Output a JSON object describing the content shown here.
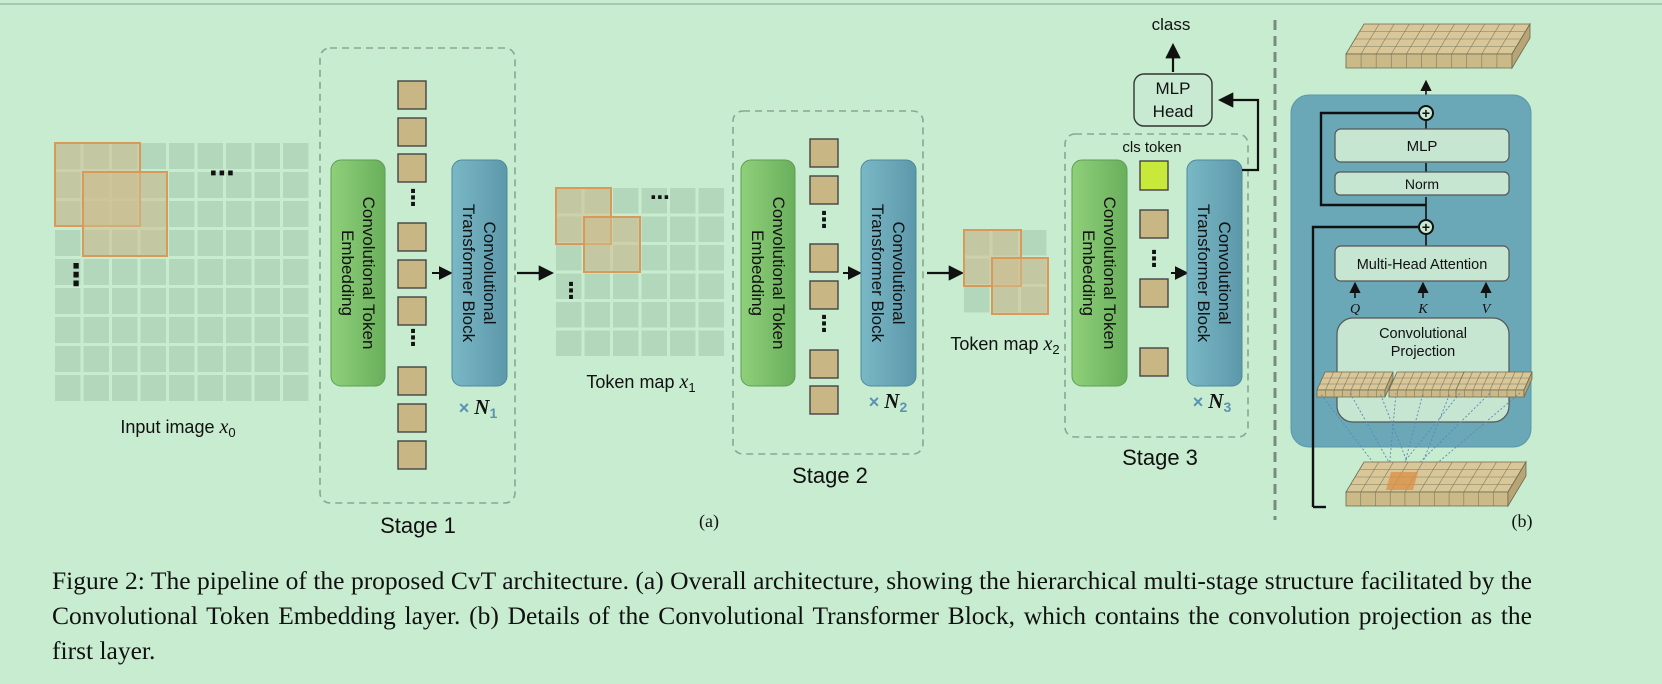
{
  "panel_a": {
    "input_label": "Input image ",
    "input_var": "x",
    "input_sub": "0",
    "stages": [
      {
        "name": "Stage 1",
        "embed_line1": "Convolutional Token",
        "embed_line2": "Embedding",
        "block_line1": "Convolutional",
        "block_line2": "Transformer Block",
        "repeat": "× ",
        "repeat_var": "N",
        "repeat_sub": "1"
      },
      {
        "name": "Stage 2",
        "embed_line1": "Convolutional Token",
        "embed_line2": "Embedding",
        "block_line1": "Convolutional",
        "block_line2": "Transformer Block",
        "repeat": "× ",
        "repeat_var": "N",
        "repeat_sub": "2"
      },
      {
        "name": "Stage 3",
        "embed_line1": "Convolutional Token",
        "embed_line2": "Embedding",
        "block_line1": "Convolutional",
        "block_line2": "Transformer Block",
        "repeat": "× ",
        "repeat_var": "N",
        "repeat_sub": "3"
      }
    ],
    "token_map_1": {
      "label": "Token map ",
      "var": "x",
      "sub": "1"
    },
    "token_map_2": {
      "label": "Token map ",
      "var": "x",
      "sub": "2"
    },
    "cls_token": "cls token",
    "mlp_head_line1": "MLP",
    "mlp_head_line2": "Head",
    "output": "class",
    "ellipsis": "⋯",
    "vellipsis": "⋮",
    "tag": "(a)"
  },
  "panel_b": {
    "mlp": "MLP",
    "norm": "Norm",
    "mha": "Multi-Head Attention",
    "q": "Q",
    "k": "K",
    "v": "V",
    "proj_line1": "Convolutional",
    "proj_line2": "Projection",
    "plus": "+",
    "tag": "(b)"
  },
  "caption": "Figure 2: The pipeline of the proposed CvT architecture. (a) Overall architecture, showing the hierarchical multi-stage structure facilitated by the Convolutional Token Embedding layer. (b) Details of the Convolutional Transformer Block, which contains the convolution projection as the first layer.",
  "colors": {
    "background": "#c8ecd0",
    "grid": "#b2d7ba",
    "patch_fill": "#d2bb8e",
    "patch_stroke": "#d89a5a",
    "token_fill": "#c9b685",
    "cls_fill": "#c8e83c",
    "embed_green": "#7cbf6a",
    "block_blue": "#6aa6b6",
    "panel_b_bg": "#6aa8b8",
    "inner_box": "#c6e6d2"
  }
}
